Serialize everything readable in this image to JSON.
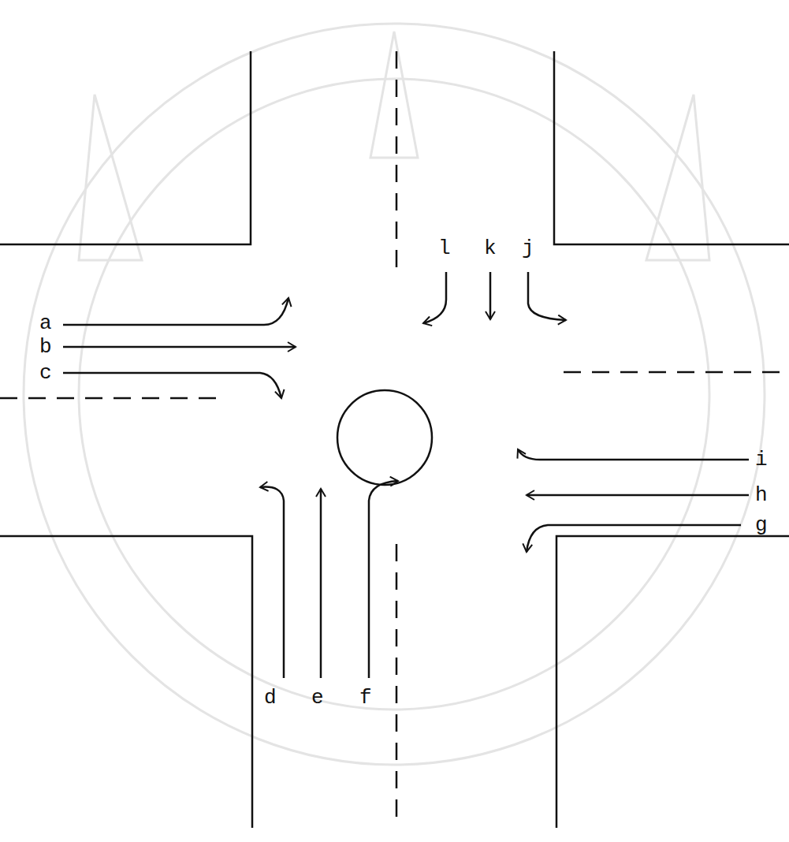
{
  "diagram": {
    "labels": [
      "a",
      "b",
      "c",
      "d",
      "e",
      "f",
      "g",
      "h",
      "i",
      "j",
      "k",
      "l"
    ]
  }
}
